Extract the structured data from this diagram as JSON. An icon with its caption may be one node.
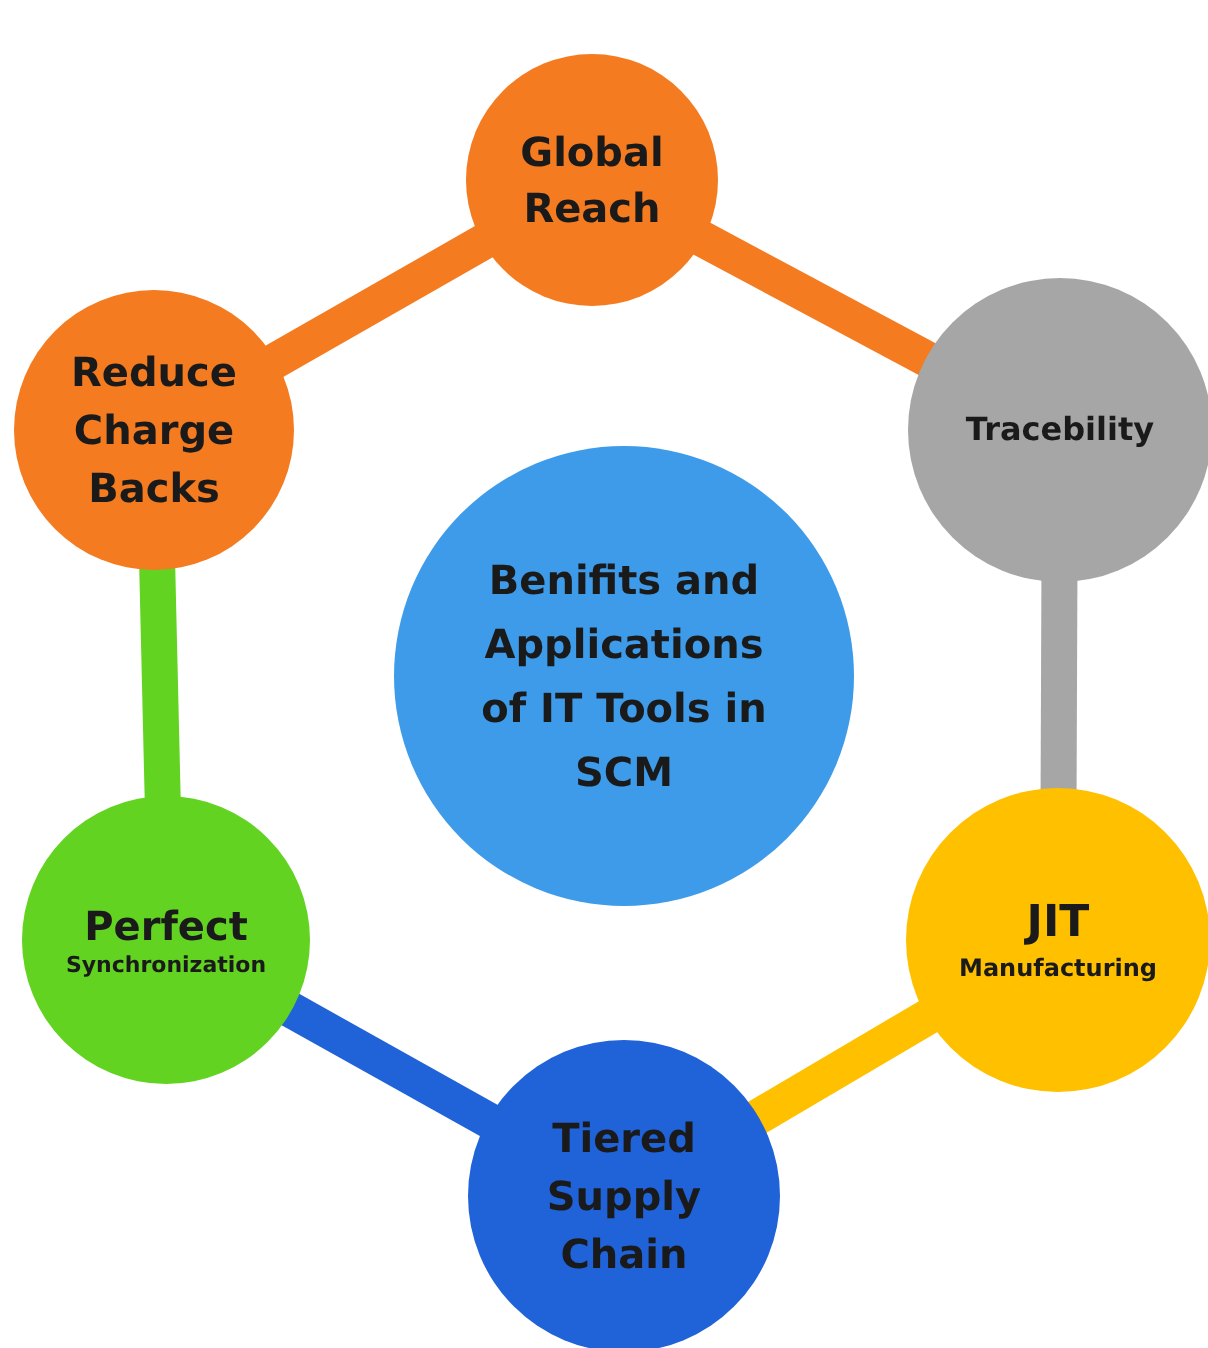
{
  "diagram": {
    "nodes": [
      {
        "text": [
          "Benifits and Applications of IT Tools in SCM"
        ]
      },
      {
        "text": [
          "Global Reach"
        ]
      },
      {
        "text": [
          "Tracebility"
        ]
      },
      {
        "text": [
          "JIT",
          "Manufacturing"
        ]
      },
      {
        "text": [
          "Tiered Supply Chain"
        ]
      },
      {
        "text": [
          "Perfect",
          "Synchronization"
        ]
      },
      {
        "text": [
          "Reduce Charge Backs"
        ]
      }
    ],
    "edges": [
      {
        "from": 1,
        "to": 2,
        "arrow": "none",
        "color": "#f47b20"
      },
      {
        "from": 2,
        "to": 3,
        "arrow": "none",
        "color": "#a6a6a6"
      },
      {
        "from": 3,
        "to": 4,
        "arrow": "none",
        "color": "#ffc000"
      },
      {
        "from": 4,
        "to": 5,
        "arrow": "none",
        "color": "#2062d8"
      },
      {
        "from": 5,
        "to": 6,
        "arrow": "none",
        "color": "#62d321"
      },
      {
        "from": 6,
        "to": 1,
        "arrow": "none",
        "color": "#f47b20"
      }
    ]
  }
}
